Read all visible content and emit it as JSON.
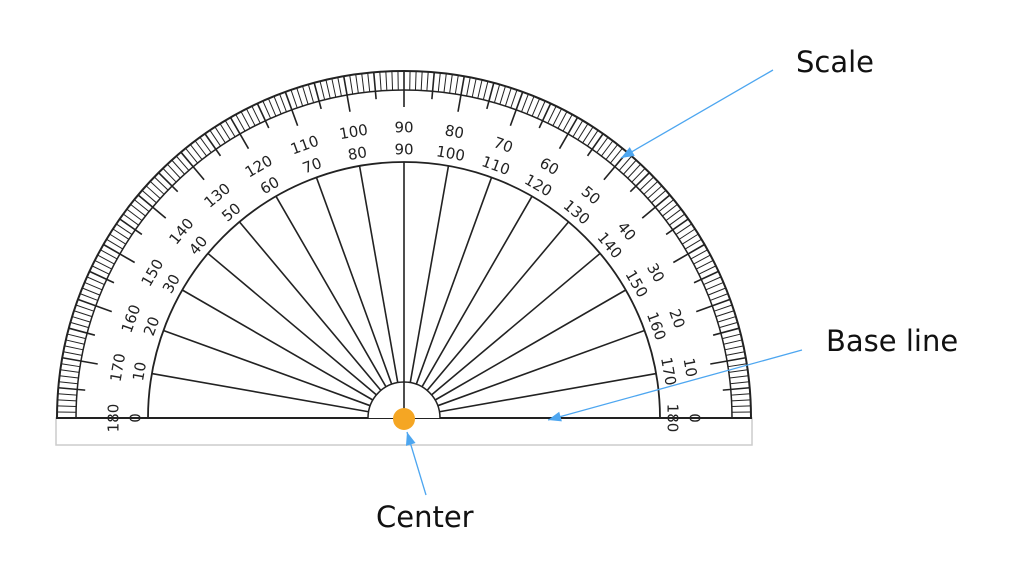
{
  "labels": {
    "scale": "Scale",
    "base_line": "Base line",
    "center": "Center"
  },
  "protractor": {
    "min_degree": 0,
    "max_degree": 180,
    "major_label_step": 10,
    "guide_line_step": 10
  },
  "colors": {
    "arrow": "#4da6f0",
    "center_dot": "#f5a623",
    "ink": "#222222",
    "base_strip": "#cccccc"
  }
}
